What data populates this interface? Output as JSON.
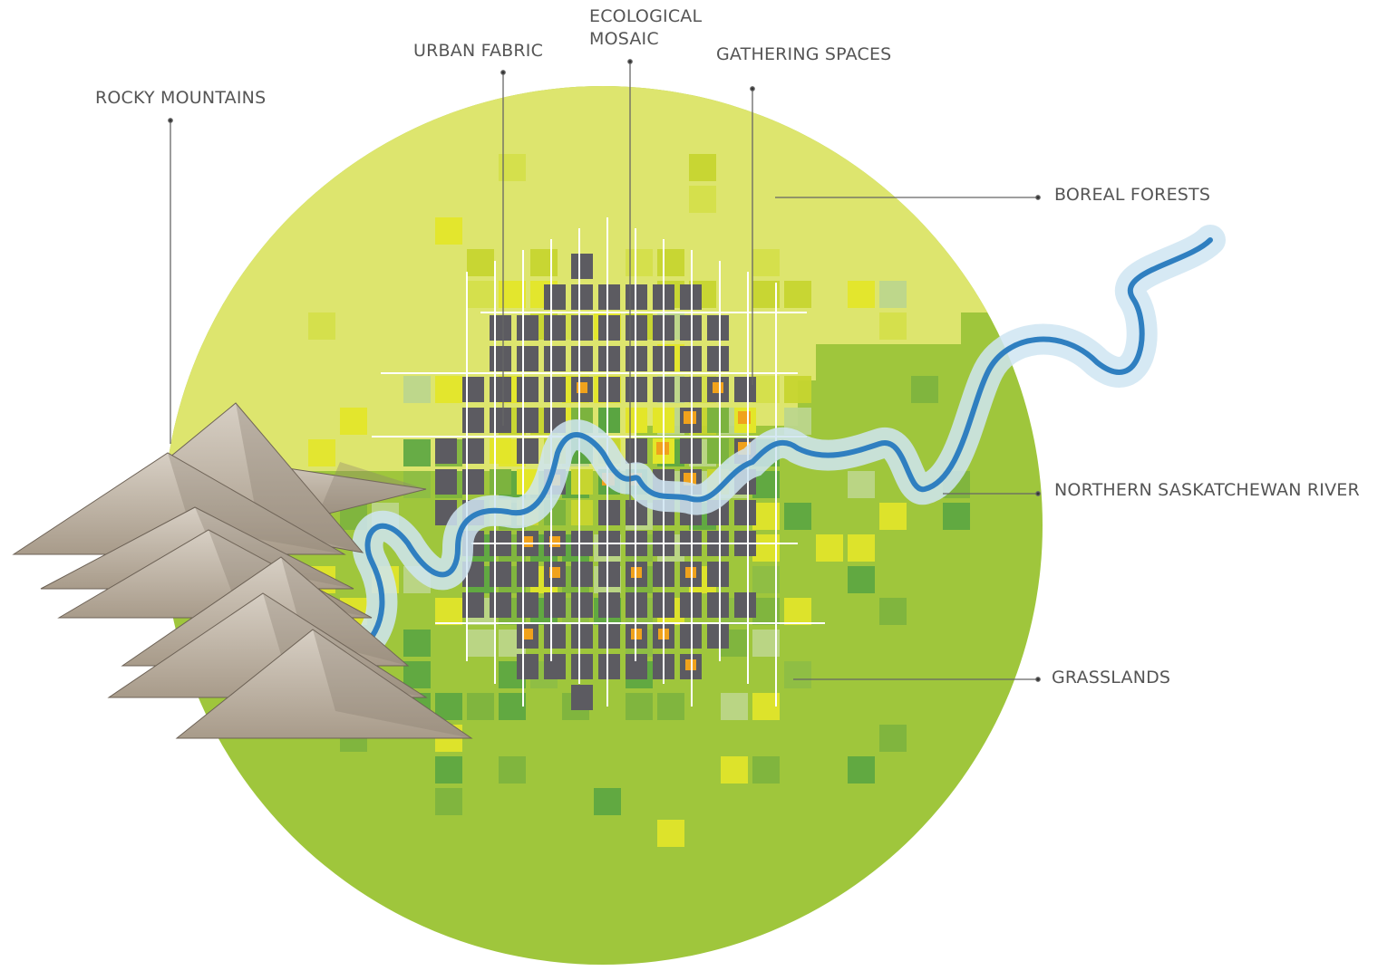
{
  "labels": {
    "rocky_mountains": "ROCKY MOUNTAINS",
    "urban_fabric": "URBAN FABRIC",
    "ecological_mosaic_line1": "ECOLOGICAL",
    "ecological_mosaic_line2": "MOSAIC",
    "gathering_spaces": "GATHERING SPACES",
    "boreal_forests": "BOREAL FORESTS",
    "northern_saskatchewan_river": "NORTHERN SASKATCHEWAN RIVER",
    "grasslands": "GRASSLANDS"
  },
  "colors": {
    "boreal": "#dde56e",
    "grassland": "#9fc63c",
    "urban_block": "#5c5b61",
    "gathering": "#f0a21c",
    "bright_yellow": "#e3e629",
    "lime": "#c6d52f",
    "mid_green": "#7cb33e",
    "dark_green": "#5aa541",
    "pale_green": "#bcd68c",
    "river": "#2f7fc0",
    "river_halo": "#cfe5f2",
    "street": "#ffffff",
    "mountain": "#bcb1a3",
    "mountain_shadow": "#8a7e70",
    "leader_line": "#666666",
    "label_text": "#555555"
  },
  "icons": [
    "mountain-icon",
    "river-icon",
    "street-grid-icon"
  ]
}
